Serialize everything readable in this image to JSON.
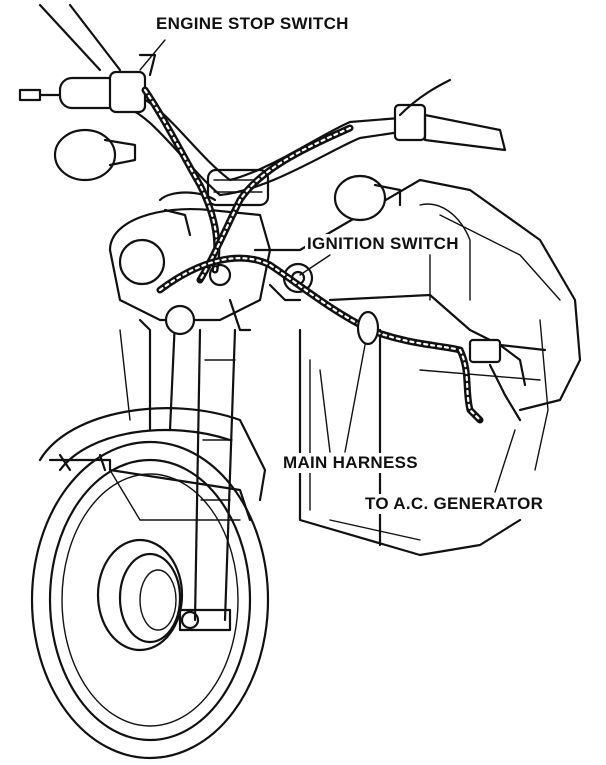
{
  "labels": {
    "engine_stop_switch": "ENGINE STOP SWITCH",
    "ignition_switch": "IGNITION SWITCH",
    "main_harness": "MAIN HARNESS",
    "to_ac_generator": "TO A.C. GENERATOR"
  },
  "colors": {
    "ink": "#111111",
    "background": "#ffffff"
  }
}
